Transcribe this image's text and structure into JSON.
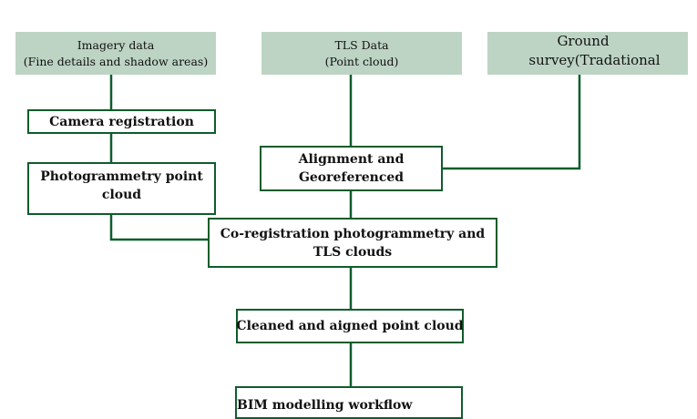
{
  "colors": {
    "source_fill": "#bdd4c4",
    "box_border": "#0f5c2c",
    "connector": "#0f5c2c"
  },
  "nodes": {
    "imagery": {
      "lines": [
        "Imagery data",
        "(Fine details and shadow areas)"
      ]
    },
    "tls": {
      "lines": [
        "TLS Data",
        "(Point cloud)"
      ]
    },
    "ground": {
      "lines": [
        "Ground",
        "survey(Tradational"
      ]
    },
    "camera": {
      "lines": [
        "Camera registration"
      ]
    },
    "photo_cloud": {
      "lines": [
        "Photogrammetry point",
        "cloud"
      ]
    },
    "alignment": {
      "lines": [
        "Alignment and",
        "Georeferenced"
      ]
    },
    "coreg": {
      "lines": [
        "Co-registration photogrammetry and",
        "TLS clouds"
      ]
    },
    "cleaned": {
      "lines": [
        "Cleaned and aigned point cloud"
      ]
    },
    "bim": {
      "lines": [
        "BIM modelling workflow"
      ]
    }
  }
}
